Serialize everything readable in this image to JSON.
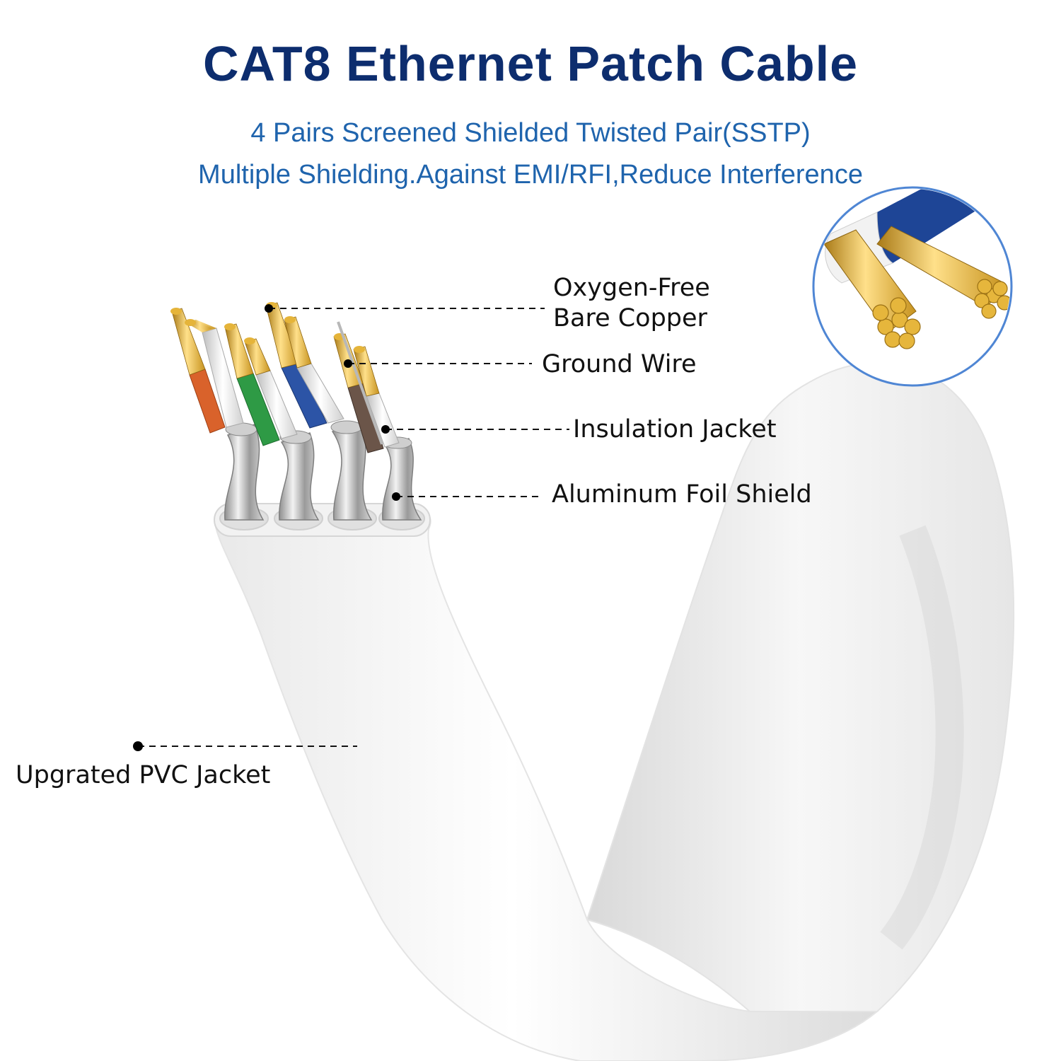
{
  "header": {
    "title": "CAT8 Ethernet Patch Cable",
    "subtitle_line1": "4 Pairs Screened Shielded Twisted Pair(SSTP)",
    "subtitle_line2": "Multiple Shielding.Against EMI/RFI,Reduce Interference"
  },
  "callouts": {
    "copper_line1": "Oxygen-Free",
    "copper_line2": "Bare Copper",
    "ground": "Ground Wire",
    "insulation": "Insulation Jacket",
    "foil": "Aluminum Foil Shield",
    "pvc": "Upgrated PVC Jacket"
  },
  "colors": {
    "title": "#0d2d6e",
    "subtitle": "#1f64ad",
    "conductor_gold": "#e5b43a",
    "pair_orange": "#d9622b",
    "pair_green": "#2e9a45",
    "pair_blue": "#2c54a6",
    "pair_brown": "#6b5549",
    "inset_border": "#4f86d4",
    "inset_wire_blue": "#1e4596"
  }
}
